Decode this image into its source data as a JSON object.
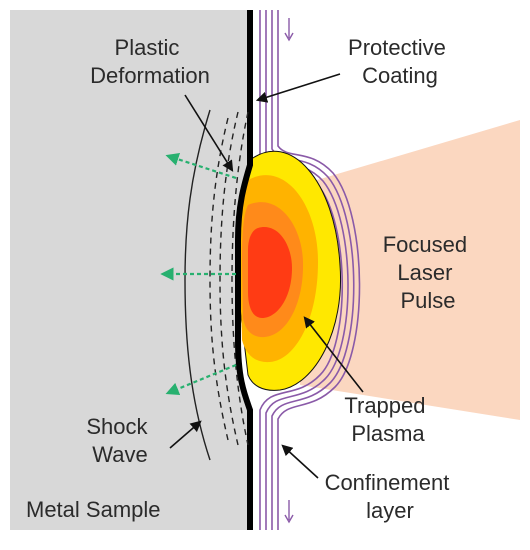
{
  "labels": {
    "plastic_deformation": [
      "Plastic",
      "Deformation"
    ],
    "protective_coating": [
      "Protective",
      "Coating"
    ],
    "focused_laser_pulse": [
      "Focused",
      "Laser",
      "Pulse"
    ],
    "trapped_plasma": [
      "Trapped",
      "Plasma"
    ],
    "shock_wave": [
      "Shock",
      "Wave"
    ],
    "confinement_layer": [
      "Confinement",
      "layer"
    ],
    "metal_sample": "Metal Sample"
  },
  "colors": {
    "metal": "#d8d8d8",
    "laser_beam": "#fbd7c0",
    "plasma_outer": "#ffe800",
    "plasma_mid": "#ffb300",
    "plasma_inner": "#ff8a1a",
    "plasma_core": "#ff3b14",
    "coating": "#000000",
    "confinement": "#8a5aa8",
    "shock_arrow": "#27b06f"
  },
  "icons": {
    "flow_arrow": "down-arrow-icon",
    "shock_arrow": "dashed-arrow-icon"
  }
}
